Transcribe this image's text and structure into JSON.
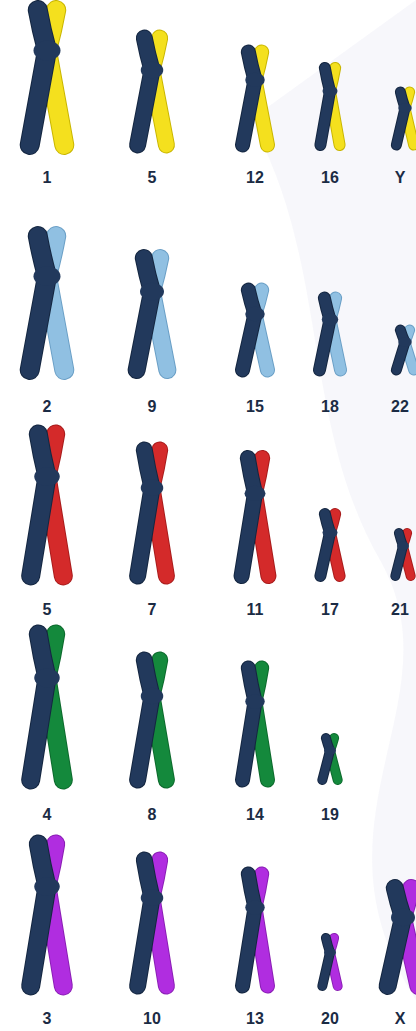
{
  "diagram": {
    "labels": [
      "1",
      "5",
      "12",
      "16",
      "Y",
      "2",
      "9",
      "15",
      "18",
      "22",
      "5",
      "7",
      "11",
      "17",
      "21",
      "4",
      "8",
      "14",
      "19",
      "3",
      "10",
      "13",
      "20",
      "X"
    ]
  }
}
